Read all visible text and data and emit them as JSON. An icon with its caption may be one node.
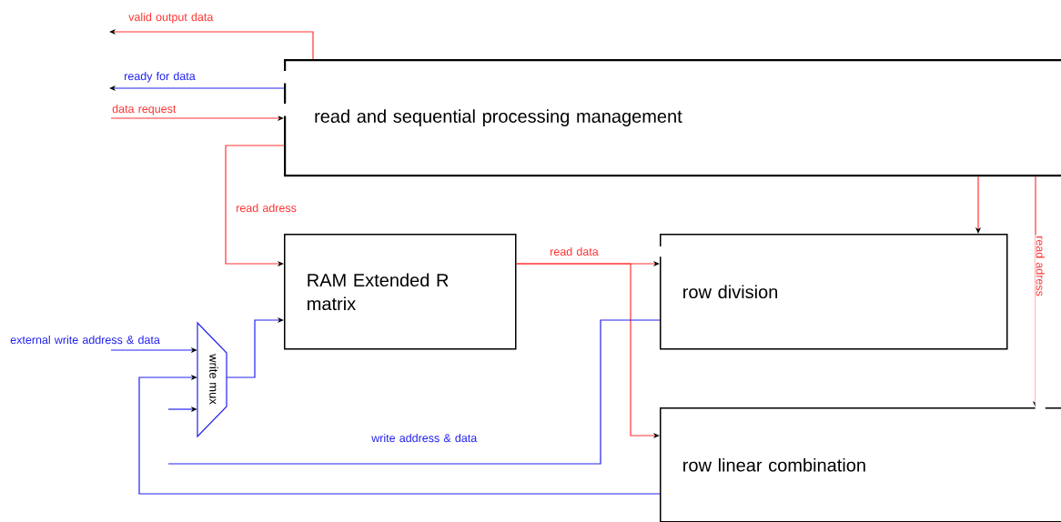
{
  "diagram": {
    "nodes": [
      {
        "text": [
          "read and sequential processing management"
        ]
      },
      {
        "text": [
          "RAM Extended R matrix"
        ]
      },
      {
        "text": [
          "row division"
        ]
      },
      {
        "text": [
          "row linear combination"
        ]
      },
      {
        "text": [
          "write mux"
        ]
      }
    ],
    "edges": [
      {
        "from": 0,
        "to": null,
        "arrow": "to",
        "label": "valid output data"
      },
      {
        "from": 0,
        "to": null,
        "arrow": "to",
        "label": "ready for data",
        "color": "#2222ee"
      },
      {
        "from": null,
        "to": 0,
        "arrow": "to",
        "label": "data request"
      },
      {
        "from": 0,
        "to": 1,
        "arrow": "to",
        "label": "read adress"
      },
      {
        "from": 1,
        "to": 2,
        "arrow": "to",
        "label": "read data"
      },
      {
        "from": 1,
        "to": 3,
        "arrow": "to"
      },
      {
        "from": 0,
        "to": 2,
        "arrow": "to"
      },
      {
        "from": 0,
        "to": 3,
        "arrow": "to",
        "label": "read adress"
      },
      {
        "from": null,
        "to": 4,
        "arrow": "to",
        "label": "external write address & data",
        "color": "#2222ee"
      },
      {
        "from": 3,
        "to": 4,
        "arrow": "to",
        "color": "#2222ee"
      },
      {
        "from": null,
        "to": 4,
        "arrow": "to",
        "color": "#2222ee"
      },
      {
        "from": 4,
        "to": 1,
        "arrow": "to",
        "color": "#2222ee"
      },
      {
        "from": 2,
        "to": null,
        "arrow": "none",
        "label": "write address & data",
        "color": "#2222ee"
      }
    ]
  }
}
